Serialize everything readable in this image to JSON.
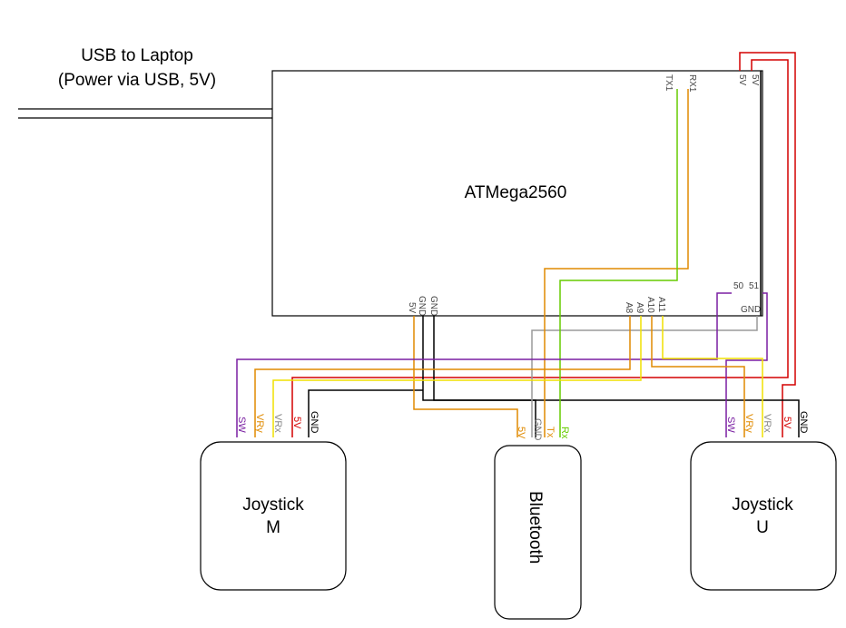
{
  "usb_label": {
    "line1": "USB to Laptop",
    "line2": "(Power via USB, 5V)"
  },
  "mcu": {
    "name": "ATMega2560",
    "top_pins": [
      "TX1",
      "RX1",
      "5V",
      "5V"
    ],
    "bottom_pins": [
      "5V",
      "GND",
      "GND",
      "A8",
      "A9",
      "A10",
      "A11",
      "50",
      "51",
      "GND"
    ]
  },
  "joystick_m": {
    "line1": "Joystick",
    "line2": "M",
    "pins": [
      "SW",
      "VRy",
      "VRx",
      "5V",
      "GND"
    ]
  },
  "bluetooth": {
    "name": "Bluetooth",
    "pins": [
      "5V",
      "GND",
      "Tx",
      "Rx"
    ]
  },
  "joystick_u": {
    "line1": "Joystick",
    "line2": "U",
    "pins": [
      "SW",
      "VRy",
      "VRx",
      "5V",
      "GND"
    ]
  },
  "colors": {
    "purple": "#7a1fa2",
    "orange": "#e08a00",
    "yellow": "#f0e000",
    "gray": "#9a9a9a",
    "red": "#d40000",
    "black": "#000000",
    "green": "#66cc00",
    "dark_orange": "#d98000"
  }
}
